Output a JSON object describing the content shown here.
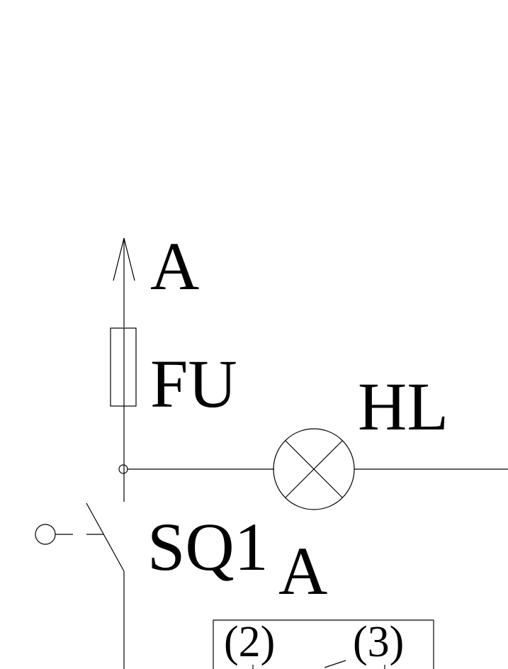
{
  "labels": {
    "phase": "A",
    "fuse": "FU",
    "lamp": "HL",
    "switch": "SQ1",
    "switch_sub": "A",
    "terminal_left": "(2)",
    "terminal_right": "(3)"
  },
  "colors": {
    "ink": "#000000",
    "background": "#ffffff"
  }
}
